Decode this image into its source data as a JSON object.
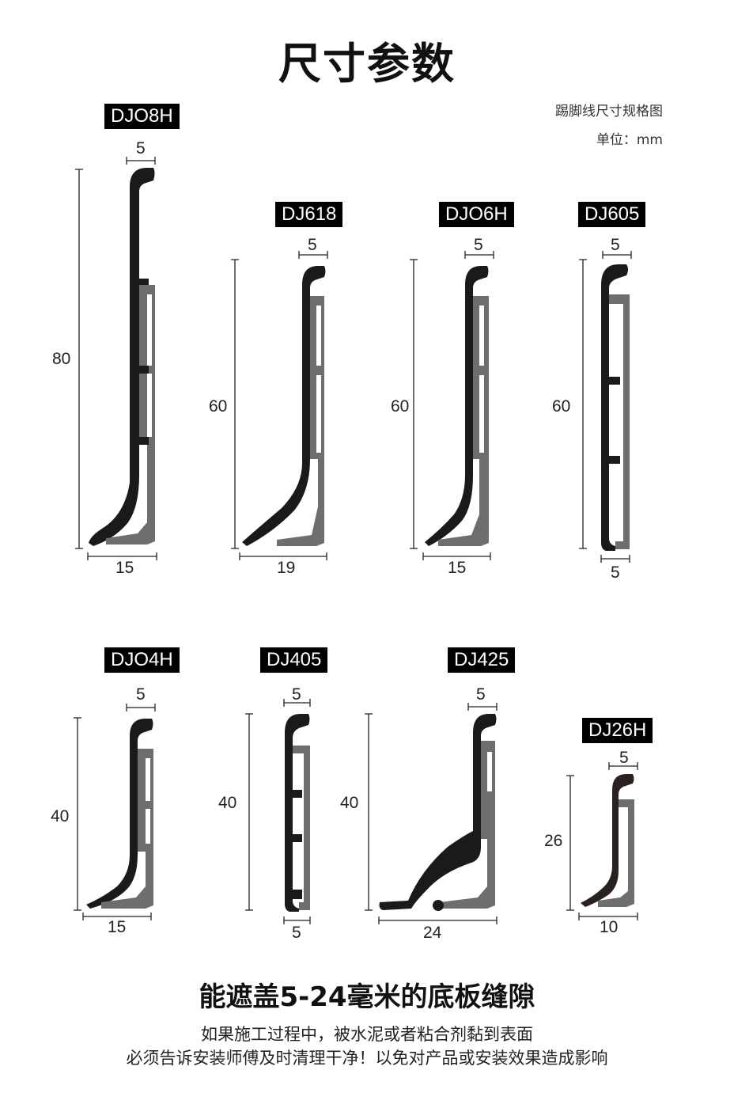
{
  "page": {
    "title": "尺寸参数",
    "caption": "踢脚线尺寸规格图",
    "unit": "单位：mm",
    "headline": "能遮盖5-24毫米的底板缝隙",
    "note_line1": "如果施工过程中，被水泥或者粘合剂黏到表面",
    "note_line2": "必须告诉安装师傅及时清理干净！以免对产品或安装效果造成影响"
  },
  "profiles": [
    {
      "model": "DJO8H",
      "height": "80",
      "top": "5",
      "bottom": "15"
    },
    {
      "model": "DJ618",
      "height": "60",
      "top": "5",
      "bottom": "19"
    },
    {
      "model": "DJO6H",
      "height": "60",
      "top": "5",
      "bottom": "15"
    },
    {
      "model": "DJ605",
      "height": "60",
      "top": "5",
      "bottom": "5"
    },
    {
      "model": "DJO4H",
      "height": "40",
      "top": "5",
      "bottom": "15"
    },
    {
      "model": "DJ405",
      "height": "40",
      "top": "5",
      "bottom": "5"
    },
    {
      "model": "DJ425",
      "height": "40",
      "top": "5",
      "bottom": "24"
    },
    {
      "model": "DJ26H",
      "height": "26",
      "top": "5",
      "bottom": "10"
    }
  ],
  "colors": {
    "profile": "#1a1a1a",
    "insert": "#6e6e6e",
    "tag_bg": "#000000",
    "line": "#222222"
  }
}
